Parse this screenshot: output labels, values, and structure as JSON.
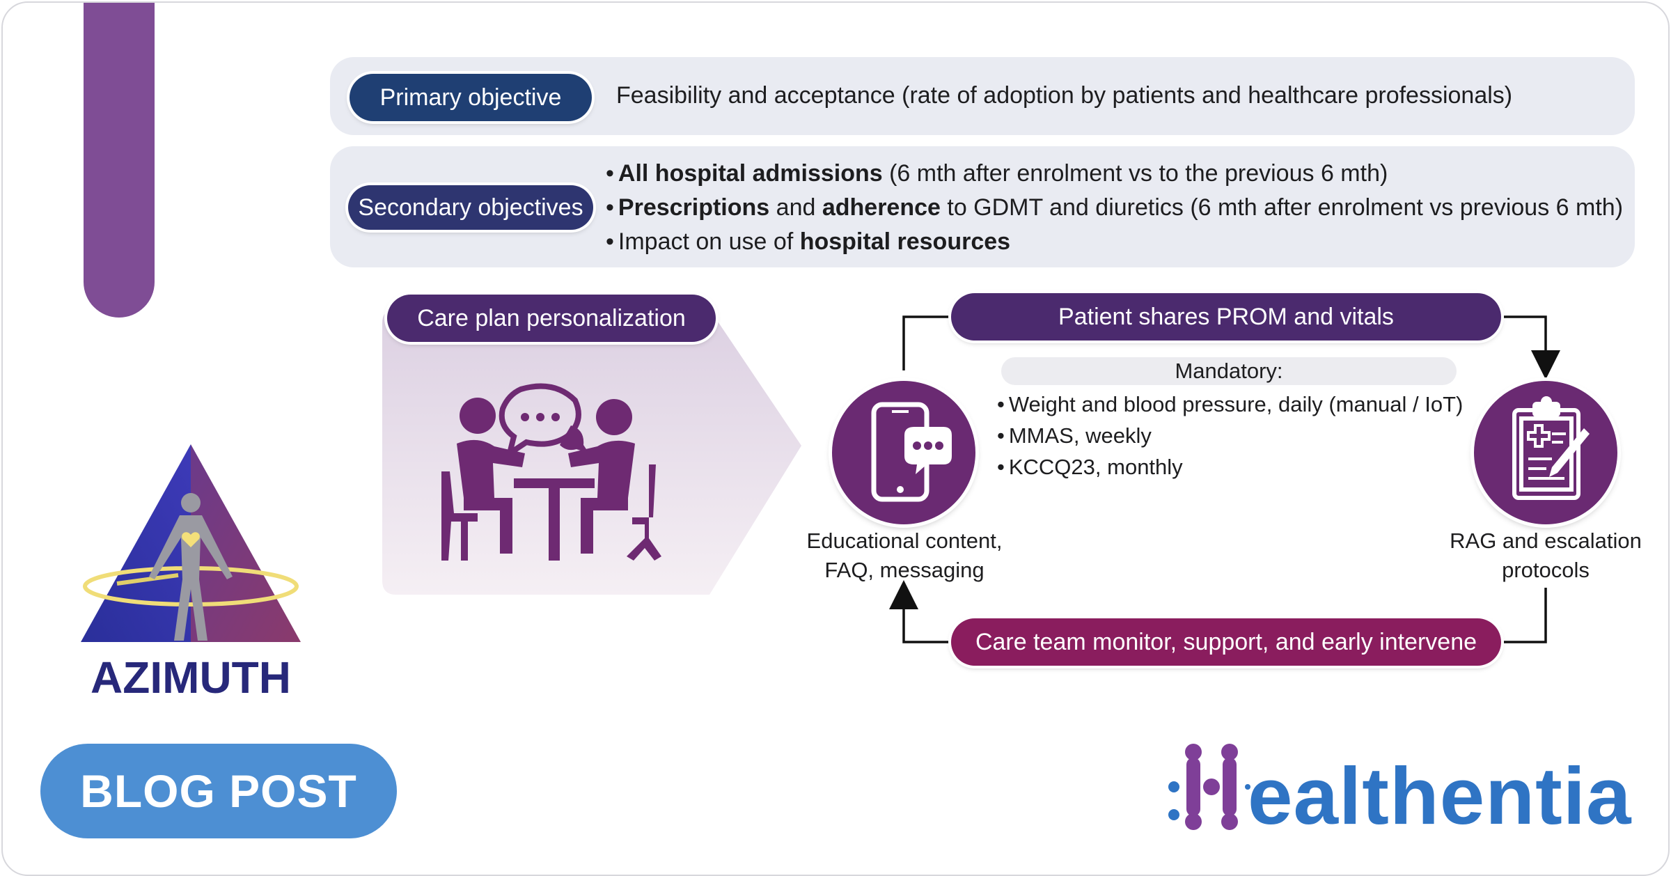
{
  "primary": {
    "label": "Primary objective",
    "text": "Feasibility and acceptance (rate of adoption by patients and healthcare professionals)"
  },
  "secondary": {
    "label": "Secondary objectives",
    "items": [
      {
        "bold1": "All hospital admissions",
        "rest": " (6 mth after enrolment vs to the previous 6 mth)"
      },
      {
        "bold1": "Prescriptions",
        "mid": " and ",
        "bold2": "adherence",
        "rest": " to GDMT and diuretics (6 mth after enrolment vs previous 6 mth)"
      },
      {
        "pre": "Impact on use of ",
        "bold1": "hospital resources"
      }
    ]
  },
  "care_plan": {
    "label": "Care plan personalization"
  },
  "cycle": {
    "top_label": "Patient shares PROM and vitals",
    "bottom_label": "Care team monitor, support, and early intervene",
    "left_caption": [
      "Educational content,",
      "FAQ, messaging"
    ],
    "right_caption": [
      "RAG and escalation",
      "protocols"
    ],
    "mandatory_title": "Mandatory:",
    "mandatory_items": [
      "Weight and blood pressure, daily (manual / IoT)",
      "MMAS, weekly",
      "KCCQ23, monthly"
    ]
  },
  "logo": {
    "name": "AZIMUTH"
  },
  "blog_button": {
    "label": "BLOG POST"
  },
  "brand": {
    "text": "ealthentia",
    "color": "#2f74c4",
    "accent": "#7f3f98"
  },
  "colors": {
    "sidebar": "#7f4d95",
    "navy": "#1f3f73",
    "purple": "#4b2a6e",
    "magenta": "#8a1d5e",
    "circle": "#6a2a72",
    "blog": "#4d8fd3"
  }
}
